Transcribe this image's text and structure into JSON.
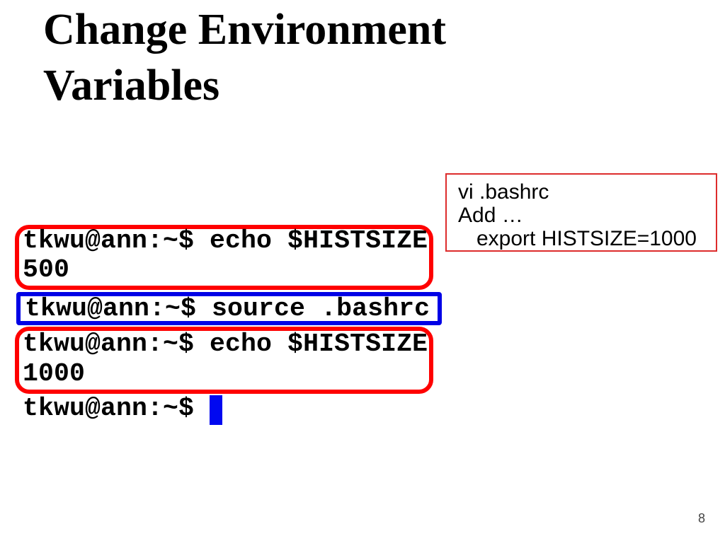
{
  "slide": {
    "title": "Change Environment Variables",
    "page_number": "8"
  },
  "terminal": {
    "lines": [
      "tkwu@ann:~$ echo $HISTSIZE",
      "500",
      "tkwu@ann:~$ source .bashrc",
      "tkwu@ann:~$ echo $HISTSIZE",
      "1000",
      "tkwu@ann:~$"
    ],
    "cursor_style": "block-cursor"
  },
  "highlights": [
    {
      "target_lines": "echo $HISTSIZE / 500",
      "color": "#ff0000",
      "shape": "rounded-rectangle"
    },
    {
      "target_lines": "source .bashrc",
      "color": "#0000e6",
      "shape": "rectangle"
    },
    {
      "target_lines": "echo $HISTSIZE / 1000",
      "color": "#ff0000",
      "shape": "rounded-rectangle"
    }
  ],
  "annotation": {
    "lines": [
      "vi .bashrc",
      "Add …",
      "export HISTSIZE=1000"
    ],
    "border_color": "#dd2c2c"
  },
  "colors": {
    "highlight_red": "#ff0000",
    "highlight_blue": "#0000e6",
    "cursor_blue": "#0008f0",
    "background": "#ffffff",
    "text": "#000000"
  }
}
